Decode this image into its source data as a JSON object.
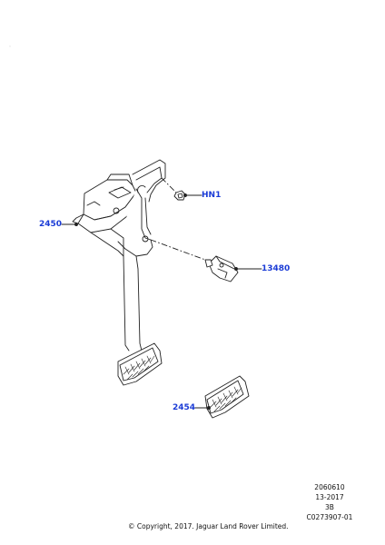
{
  "callouts": {
    "hn1": "HN1",
    "c2450": "2450",
    "c13480": "13480",
    "c2454": "2454"
  },
  "meta": {
    "ref_code": "2060610",
    "date_code": "13-2017",
    "page_code": "3B",
    "illustration_id": "C0273907-01",
    "copyright": "© Copyright, 2017. Jaguar Land Rover Limited."
  },
  "colors": {
    "callout": "#1a3bd6",
    "line": "#222222",
    "background": "#ffffff"
  }
}
